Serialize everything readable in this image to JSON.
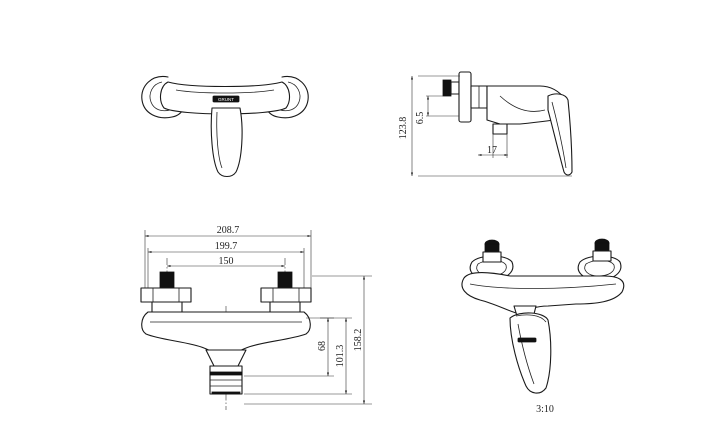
{
  "dimensions": {
    "overall_width": "208.7",
    "body_width": "199.7",
    "inlet_centres": "150",
    "overall_height_front": "158.2",
    "outlet_height": "101.3",
    "outlet_length": "68",
    "side_height": "123.8",
    "side_offset": "6.5",
    "side_outlet": "17"
  },
  "scale_label": "3:10",
  "logo_text": "GRUNT"
}
